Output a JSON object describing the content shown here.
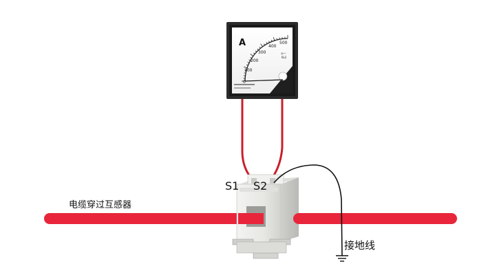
{
  "meter": {
    "unit_symbol": "A",
    "scale_labels": [
      "0",
      "100",
      "200",
      "300",
      "400",
      "500"
    ],
    "corner_badge": "◎〰",
    "corner_text": "6L2"
  },
  "labels": {
    "s1": "S1",
    "s2": "S2",
    "cable": "电缆穿过互感器",
    "ground": "接地线"
  },
  "colors": {
    "cable": "#e8253a",
    "meter_wire": "#c8202b",
    "ground_wire": "#111111",
    "meter_frame": "#2b2b2b",
    "ct_body": "#e9e9e6"
  }
}
